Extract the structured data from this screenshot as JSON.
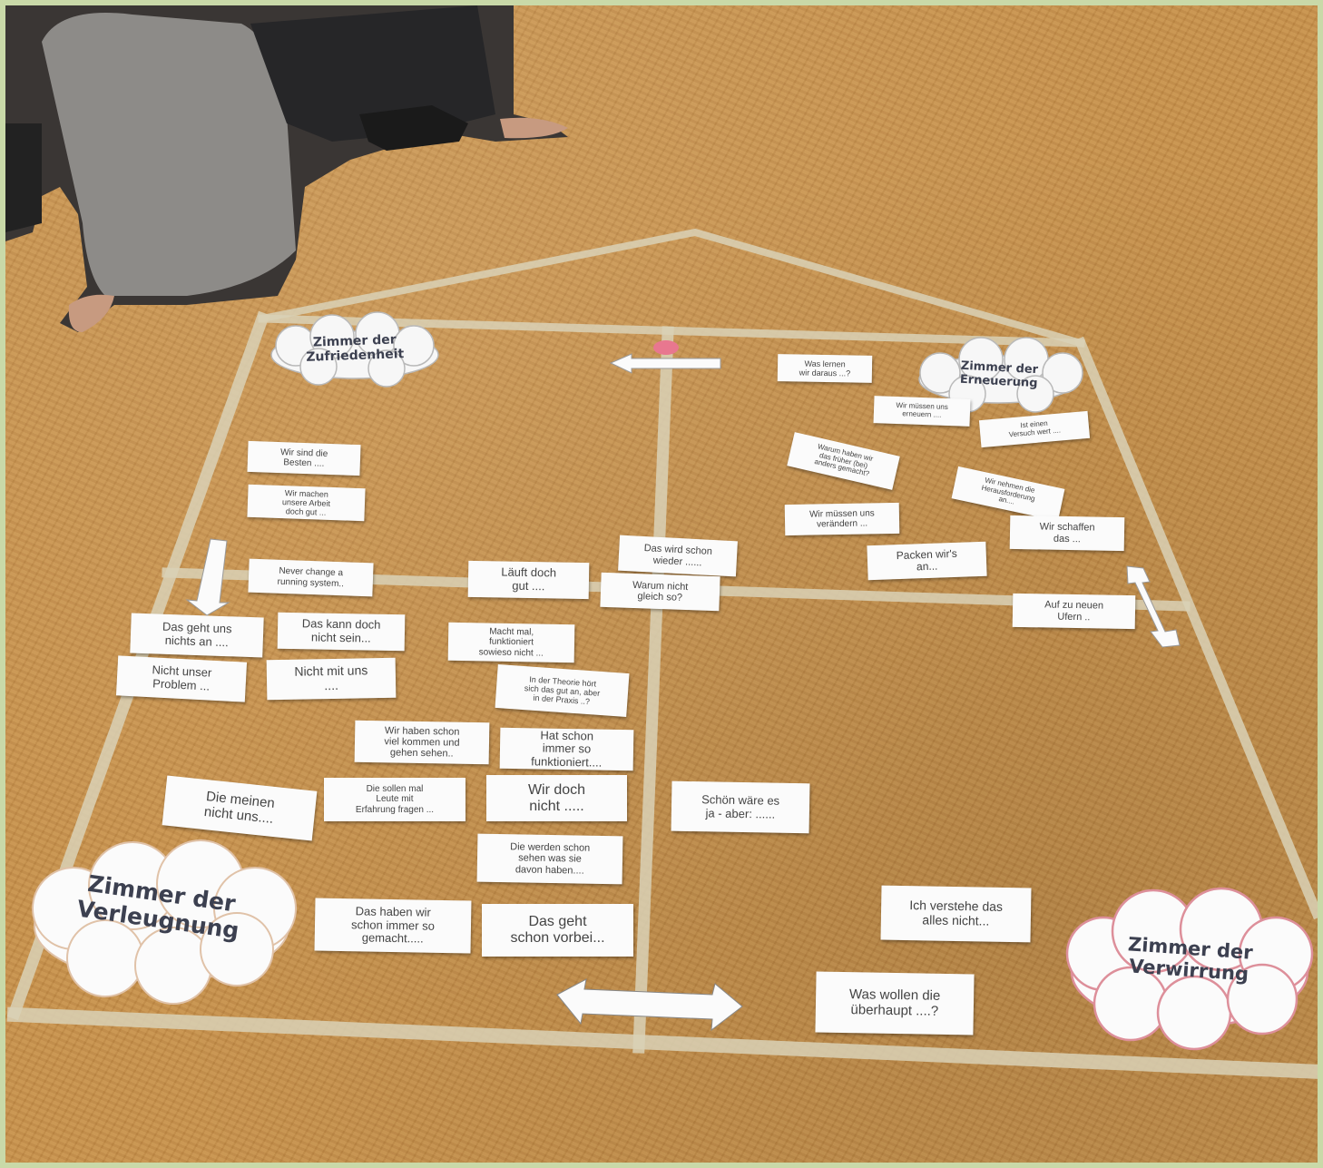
{
  "clouds": {
    "zufriedenheit": "Zimmer der\nZufriedenheit",
    "erneuerung": "Zimmer der\nErneuerung",
    "verleugnung": "Zimmer der\nVerleugnung",
    "verwirrung": "Zimmer der\nVerwirrung"
  },
  "cards": {
    "c1": "Wir sind die\nBesten ....",
    "c2": "Wir machen\nunsere Arbeit\ndoch gut ...",
    "c3": "Never change a\nrunning system..",
    "c4": "Läuft doch\ngut ....",
    "c5": "Das wird schon\nwieder ......",
    "c6": "Warum nicht\ngleich so?",
    "c7": "Was lernen\nwir daraus ...?",
    "c8": "Wir müssen uns\nerneuern ....",
    "c9": "Ist einen\nVersuch wert ....",
    "c10": "Warum haben wir\ndas früher (bei)\nanders gemacht?",
    "c11": "Wir nehmen die\nHerausforderung\nan....",
    "c12": "Wir müssen uns\nverändern ...",
    "c13": "Wir schaffen\ndas ...",
    "c14": "Packen wir's\nan...",
    "c15": "Auf zu neuen\nUfern ..",
    "c16": "Das geht uns\nnichts an ....",
    "c17": "Das kann doch\nnicht sein...",
    "c18": "Macht mal,\nfunktioniert\nsowieso nicht ...",
    "c19": "Nicht unser\nProblem ...",
    "c20": "Nicht mit uns\n....",
    "c21": "In der Theorie hört\nsich das gut an, aber\nin der Praxis ..?",
    "c22": "Wir haben schon\nviel kommen und\ngehen sehen..",
    "c23": "Hat schon\nimmer so\nfunktioniert....",
    "c24": "Die meinen\nnicht uns....",
    "c25": "Die sollen mal\nLeute mit\nErfahrung fragen ...",
    "c26": "Wir doch\nnicht .....",
    "c27": "Schön wäre es\nja  - aber: ......",
    "c28": "Die werden schon\nsehen was sie\ndavon haben....",
    "c29": "Das haben wir\nschon immer so\ngemacht.....",
    "c30": "Das geht\nschon vorbei...",
    "c31": "Ich verstehe das\nalles nicht...",
    "c32": "Was wollen die\nüberhaupt ....?"
  }
}
